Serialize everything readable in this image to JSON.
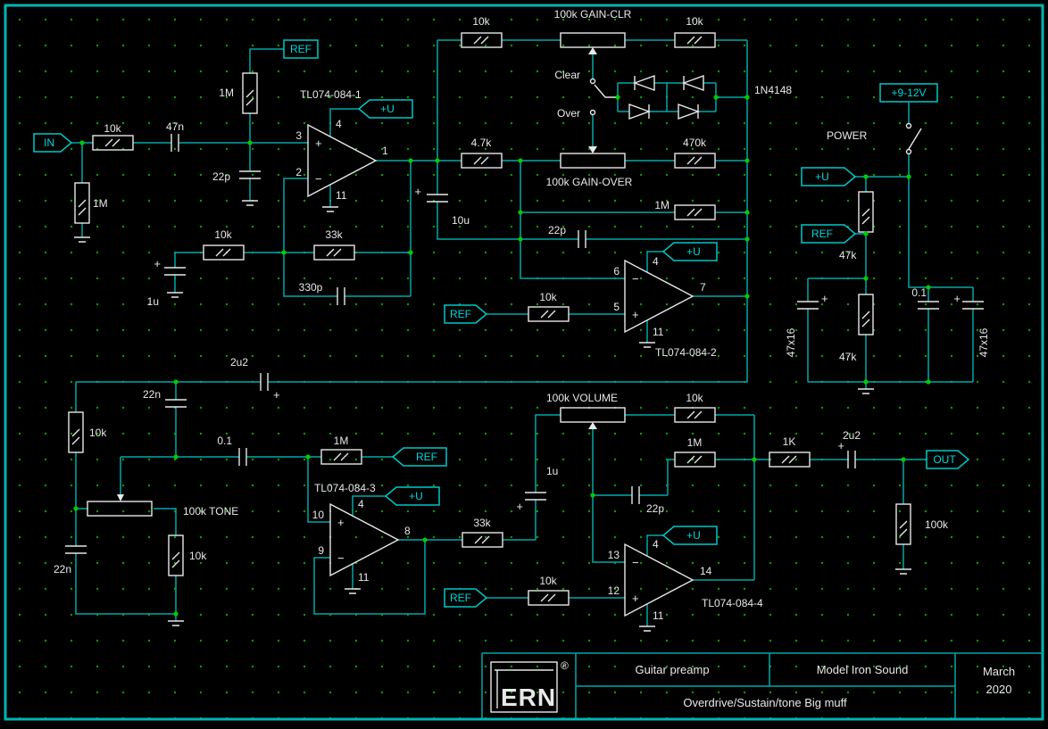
{
  "colors": {
    "background": "#000000",
    "wire": "#00A8A8",
    "component": "#E8E8E8",
    "flag": "#00D8D8",
    "grid_dot": "#00A000",
    "junction": "#00CC00"
  },
  "flags": {
    "in": "IN",
    "out": "OUT",
    "ref": "REF",
    "u": "+U",
    "supply": "+9-12V",
    "power": "POWER"
  },
  "signs": {
    "plus": "+",
    "minus": "−",
    "reg": "®"
  },
  "stage1": {
    "opamp": "TL074-084-1",
    "r_in": "10k",
    "c_in": "47n",
    "r_bias": "1M",
    "r_gnd": "1M",
    "c_bypass": "22p",
    "r_gain": "10k",
    "c_gain": "1u",
    "r_fb": "33k",
    "c_fb": "330p",
    "pin_noninv": "3",
    "pin_inv": "2",
    "pin_vcc": "4",
    "pin_vee": "11",
    "pin_out": "1"
  },
  "stage2": {
    "opamp": "TL074-084-2",
    "r_top1": "10k",
    "pot_clr": "100k GAIN-CLR",
    "r_top2": "10k",
    "sw_clear": "Clear",
    "sw_over": "Over",
    "diodes": "1N4148",
    "r_in": "4.7k",
    "pot_over": "100k GAIN-OVER",
    "r_fb1": "470k",
    "r_fb2": "1M",
    "c_fb": "22p",
    "c_couple": "10u",
    "r_ref": "10k",
    "pin_inv": "6",
    "pin_noninv": "5",
    "pin_vcc": "4",
    "pin_vee": "11",
    "pin_out": "7"
  },
  "power": {
    "supply": "+9-12V",
    "label": "POWER",
    "r_top": "47k",
    "r_bot": "47k",
    "c_left": "47x16",
    "c_mid": "0.1",
    "c_right": "47x16"
  },
  "tone": {
    "c_couple": "2u2",
    "c_top": "22n",
    "r_top": "10k",
    "c_series": "0.1",
    "pot": "100k TONE",
    "c_bot": "22n",
    "r_bot": "10k"
  },
  "stage3": {
    "opamp": "TL074-084-3",
    "r_bias": "1M",
    "r_out": "33k",
    "pin_noninv": "10",
    "pin_inv": "9",
    "pin_vcc": "4",
    "pin_vee": "11",
    "pin_out": "8"
  },
  "stage4": {
    "opamp": "TL074-084-4",
    "pot_vol": "100k VOLUME",
    "r_fb1": "10k",
    "r_fb2": "1M",
    "c_in": "1u",
    "c_fb": "22p",
    "r_ref": "10k",
    "r_out": "1K",
    "c_out": "2u2",
    "r_load": "100k",
    "pin_inv": "13",
    "pin_noninv": "12",
    "pin_vcc": "4",
    "pin_vee": "11",
    "pin_out": "14"
  },
  "title_block": {
    "logo": "ERN",
    "reg": "®",
    "project": "Guitar preamp",
    "model": "Model Iron Sound",
    "subtitle": "Overdrive/Sustain/tone Big muff",
    "month": "March",
    "year": "2020"
  }
}
